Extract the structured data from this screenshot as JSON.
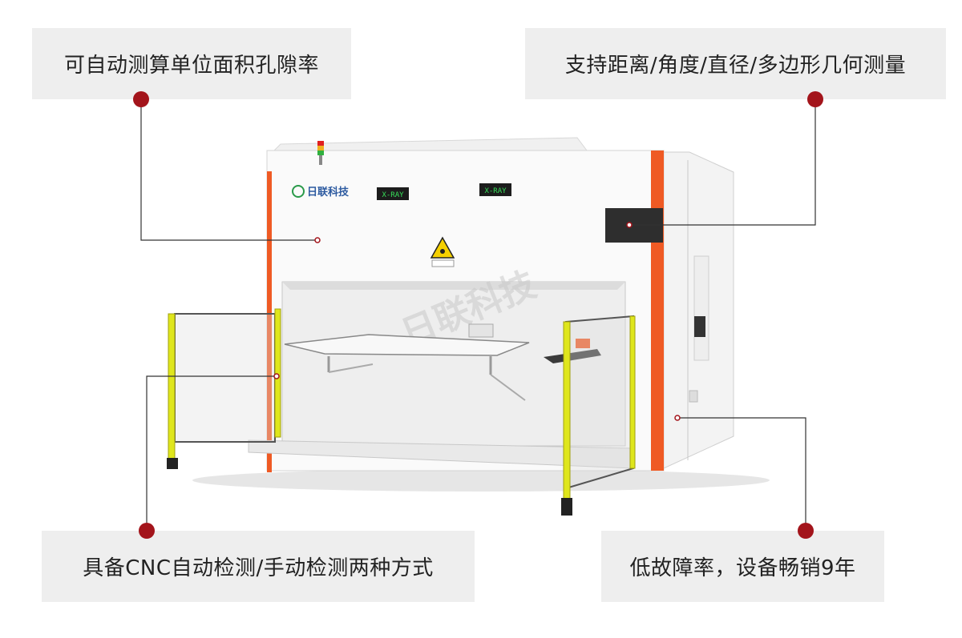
{
  "callouts": {
    "top_left": "可自动测算单位面积孔隙率",
    "top_right": "支持距离/角度/直径/多边形几何测量",
    "bottom_left": "具备CNC自动检测/手动检测两种方式",
    "bottom_right": "低故障率，设备畅销9年"
  },
  "machine": {
    "brand": "日联科技",
    "panel_left": "X-RAY",
    "panel_right": "X-RAY",
    "watermark": "日联科技"
  },
  "colors": {
    "accent_red": "#a3141b",
    "orange_strip": "#ef5a24",
    "yellow_post": "#dfe61c",
    "panel_green": "#38e05a",
    "callout_bg": "#eeeeee"
  }
}
